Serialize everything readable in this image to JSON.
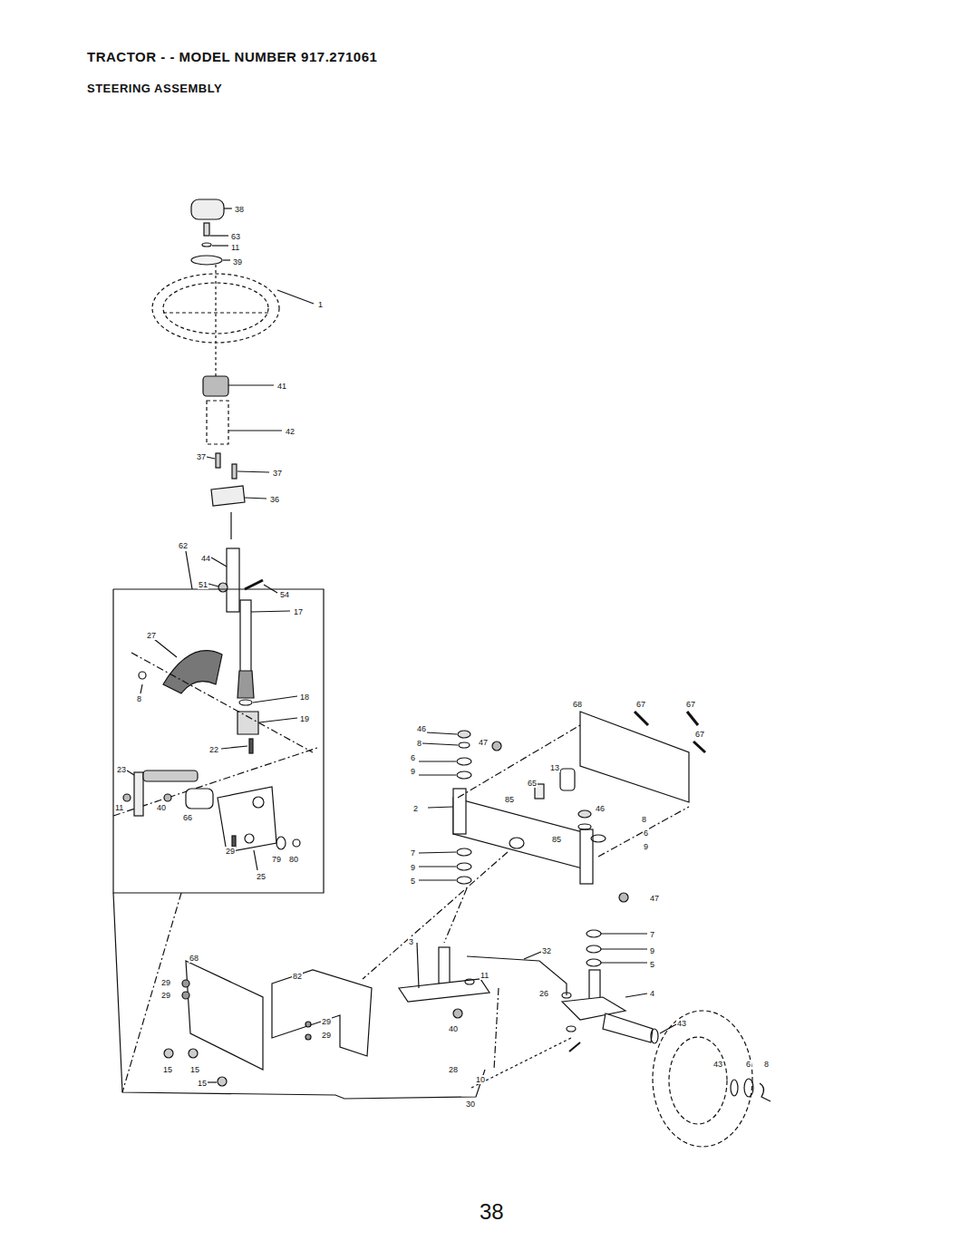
{
  "diagram": {
    "title": "TRACTOR - - MODEL NUMBER 917.271061",
    "labels": [
      "STEERING ASSEMBLY",
      "38",
      "63",
      "11",
      "39",
      "1",
      "41",
      "42",
      "37",
      "37",
      "36",
      "62",
      "44",
      "51",
      "54",
      "17",
      "27",
      "8",
      "18",
      "19",
      "22",
      "23",
      "11",
      "40",
      "66",
      "29",
      "79",
      "80",
      "25",
      "68",
      "29",
      "29",
      "82",
      "29",
      "29",
      "15",
      "15",
      "15",
      "10",
      "68",
      "67",
      "67",
      "67",
      "46",
      "8",
      "47",
      "6",
      "9",
      "13",
      "65",
      "85",
      "2",
      "46",
      "8",
      "85",
      "6",
      "9",
      "7",
      "9",
      "5",
      "47",
      "7",
      "3",
      "32",
      "9",
      "5",
      "11",
      "26",
      "4",
      "43",
      "40",
      "43",
      "6",
      "8",
      "28",
      "30",
      "38"
    ]
  }
}
